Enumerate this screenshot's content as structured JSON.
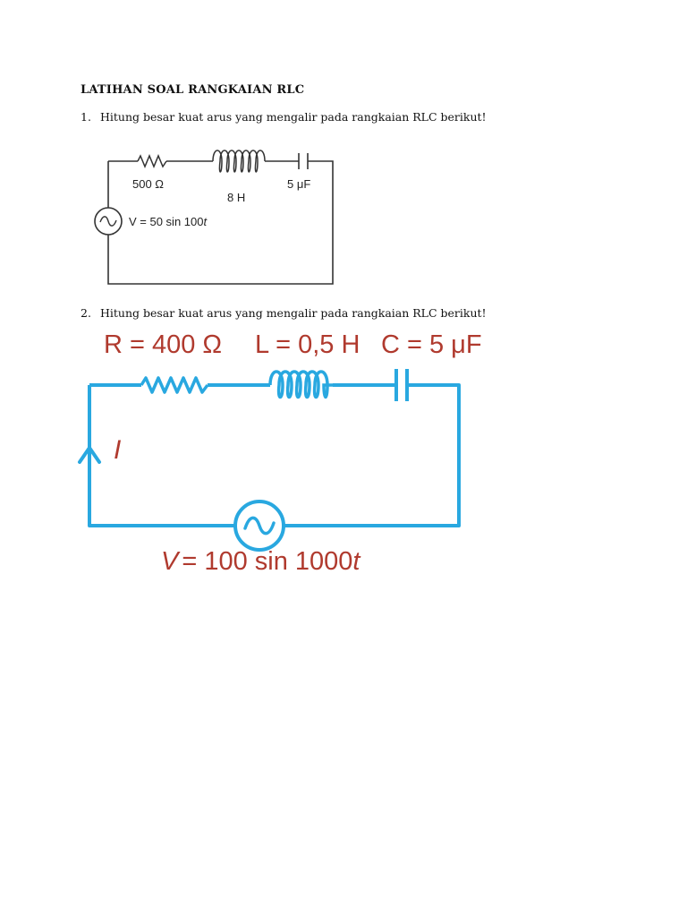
{
  "document": {
    "title": "LATIHAN SOAL RANGKAIAN RLC",
    "questions": [
      {
        "number": "1.",
        "text": "Hitung besar kuat arus yang mengalir pada rangkaian RLC berikut!"
      },
      {
        "number": "2.",
        "text": "Hitung besar kuat arus yang mengalir pada rangkaian RLC berikut!"
      }
    ]
  },
  "circuit1": {
    "resistor_label": "500 Ω",
    "inductor_label": "8 H",
    "capacitor_label": "5 μF",
    "source_label_prefix": "V = 50 sin 100",
    "source_label_var": "t",
    "wire_color": "#333333"
  },
  "circuit2": {
    "r_label": "R = 400 Ω",
    "l_label": "L = 0,5 H",
    "c_label": "C = 5 μF",
    "current_label": "I",
    "source_label_prefix": "= 100 sin 1000",
    "source_label_v": "V",
    "source_label_var": "t",
    "wire_color": "#29a8e0",
    "label_color": "#b03a2e"
  }
}
